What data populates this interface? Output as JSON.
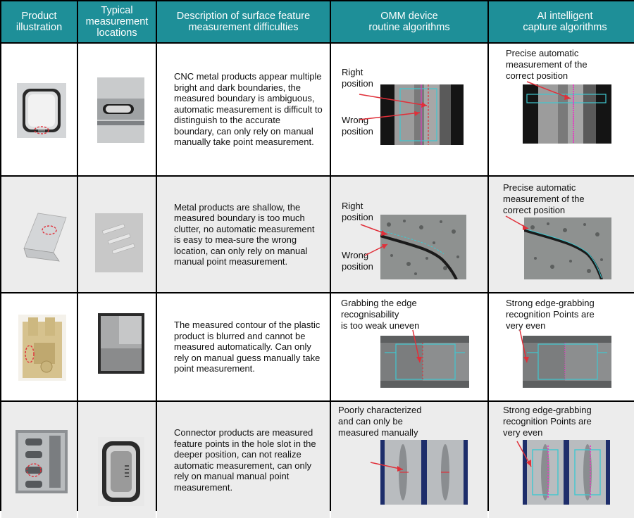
{
  "headers": [
    {
      "label": "Product\nillustration"
    },
    {
      "label": "Typical\nmeasurement\nlocations"
    },
    {
      "label": "Description of surface feature\nmeasurement difficulties"
    },
    {
      "label": "OMM device\nroutine algorithms"
    },
    {
      "label": "AI intelligent\ncapture algorithms"
    }
  ],
  "rows": [
    {
      "description": "CNC metal products appear multiple bright and dark boundaries, the measured boundary is ambiguous, automatic measurement is difficult to distinguish to the accurate boundary, can only rely on manual manually take point measurement.",
      "omm_label_top": "Right\nposition",
      "omm_label_bottom": "Wrong\nposition",
      "ai_label": "Precise automatic\nmeasurement of the\ncorrect position"
    },
    {
      "description": "Metal products are shallow, the measured boundary is too much clutter, no automatic measurement is easy to mea-sure the wrong location, can only rely on manual manual point measurement.",
      "omm_label_top": "Right\nposition",
      "omm_label_bottom": "Wrong\nposition",
      "ai_label": "Precise automatic\nmeasurement of the\ncorrect position"
    },
    {
      "description": "The measured contour of the plastic product is blurred and cannot be measured automatically. Can only rely on manual guess manually take point measurement.",
      "omm_label_top": "Grabbing the edge\nrecognisability\nis too weak uneven",
      "ai_label": "Strong edge-grabbing\nrecognition Points are\nvery even"
    },
    {
      "description": "Connector products are measured feature points in the hole slot in the deeper position, can not realize automatic measurement, can only rely on manual manual point measurement.",
      "omm_label_top": "Poorly characterized\nand can only be\nmeasured manually",
      "ai_label": "Strong edge-grabbing\nrecognition Points are\nvery even"
    }
  ],
  "colors": {
    "header_bg": "#1e8f98",
    "header_text": "#ffffff",
    "grid_line": "#000000",
    "row_alt_bg": "#ececec",
    "marker_red": "#e0303a",
    "marker_cyan": "#3fc8d0",
    "marker_magenta": "#e040c0"
  }
}
